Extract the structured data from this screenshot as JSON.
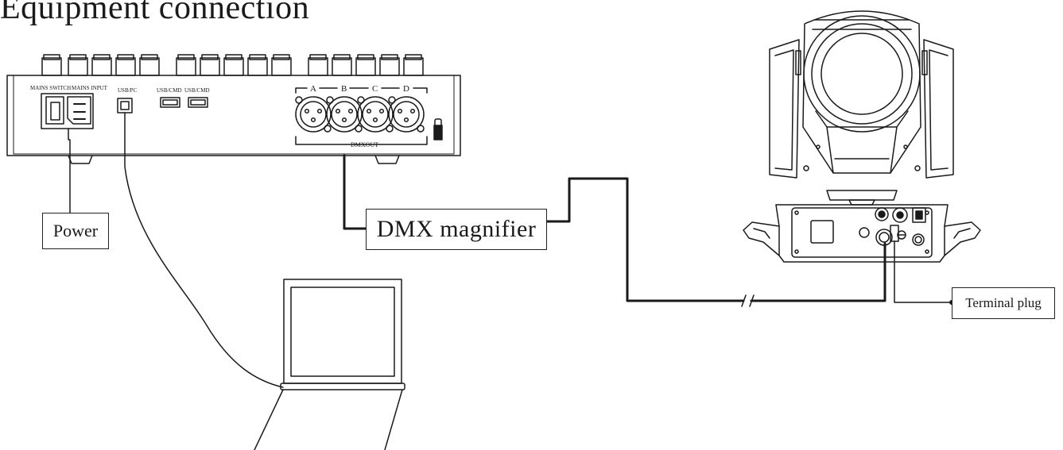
{
  "title": "Equipment connection",
  "console": {
    "mains_switch_label": "MAINS  SWITCH",
    "mains_input_label": "MAINS  INPUT",
    "usb_pc_label": "USB/PC",
    "usb_cmd_label_1": "USB/CMD",
    "usb_cmd_label_2": "USB/CMD",
    "dmx_ports": [
      "A",
      "B",
      "C",
      "D"
    ],
    "dmx_out_label": "DMXOUT"
  },
  "nodes": {
    "power": "Power",
    "dmx_magnifier": "DMX magnifier",
    "terminal_plug": "Terminal plug"
  },
  "colors": {
    "line": "#1a1a1a",
    "background": "#ffffff"
  }
}
